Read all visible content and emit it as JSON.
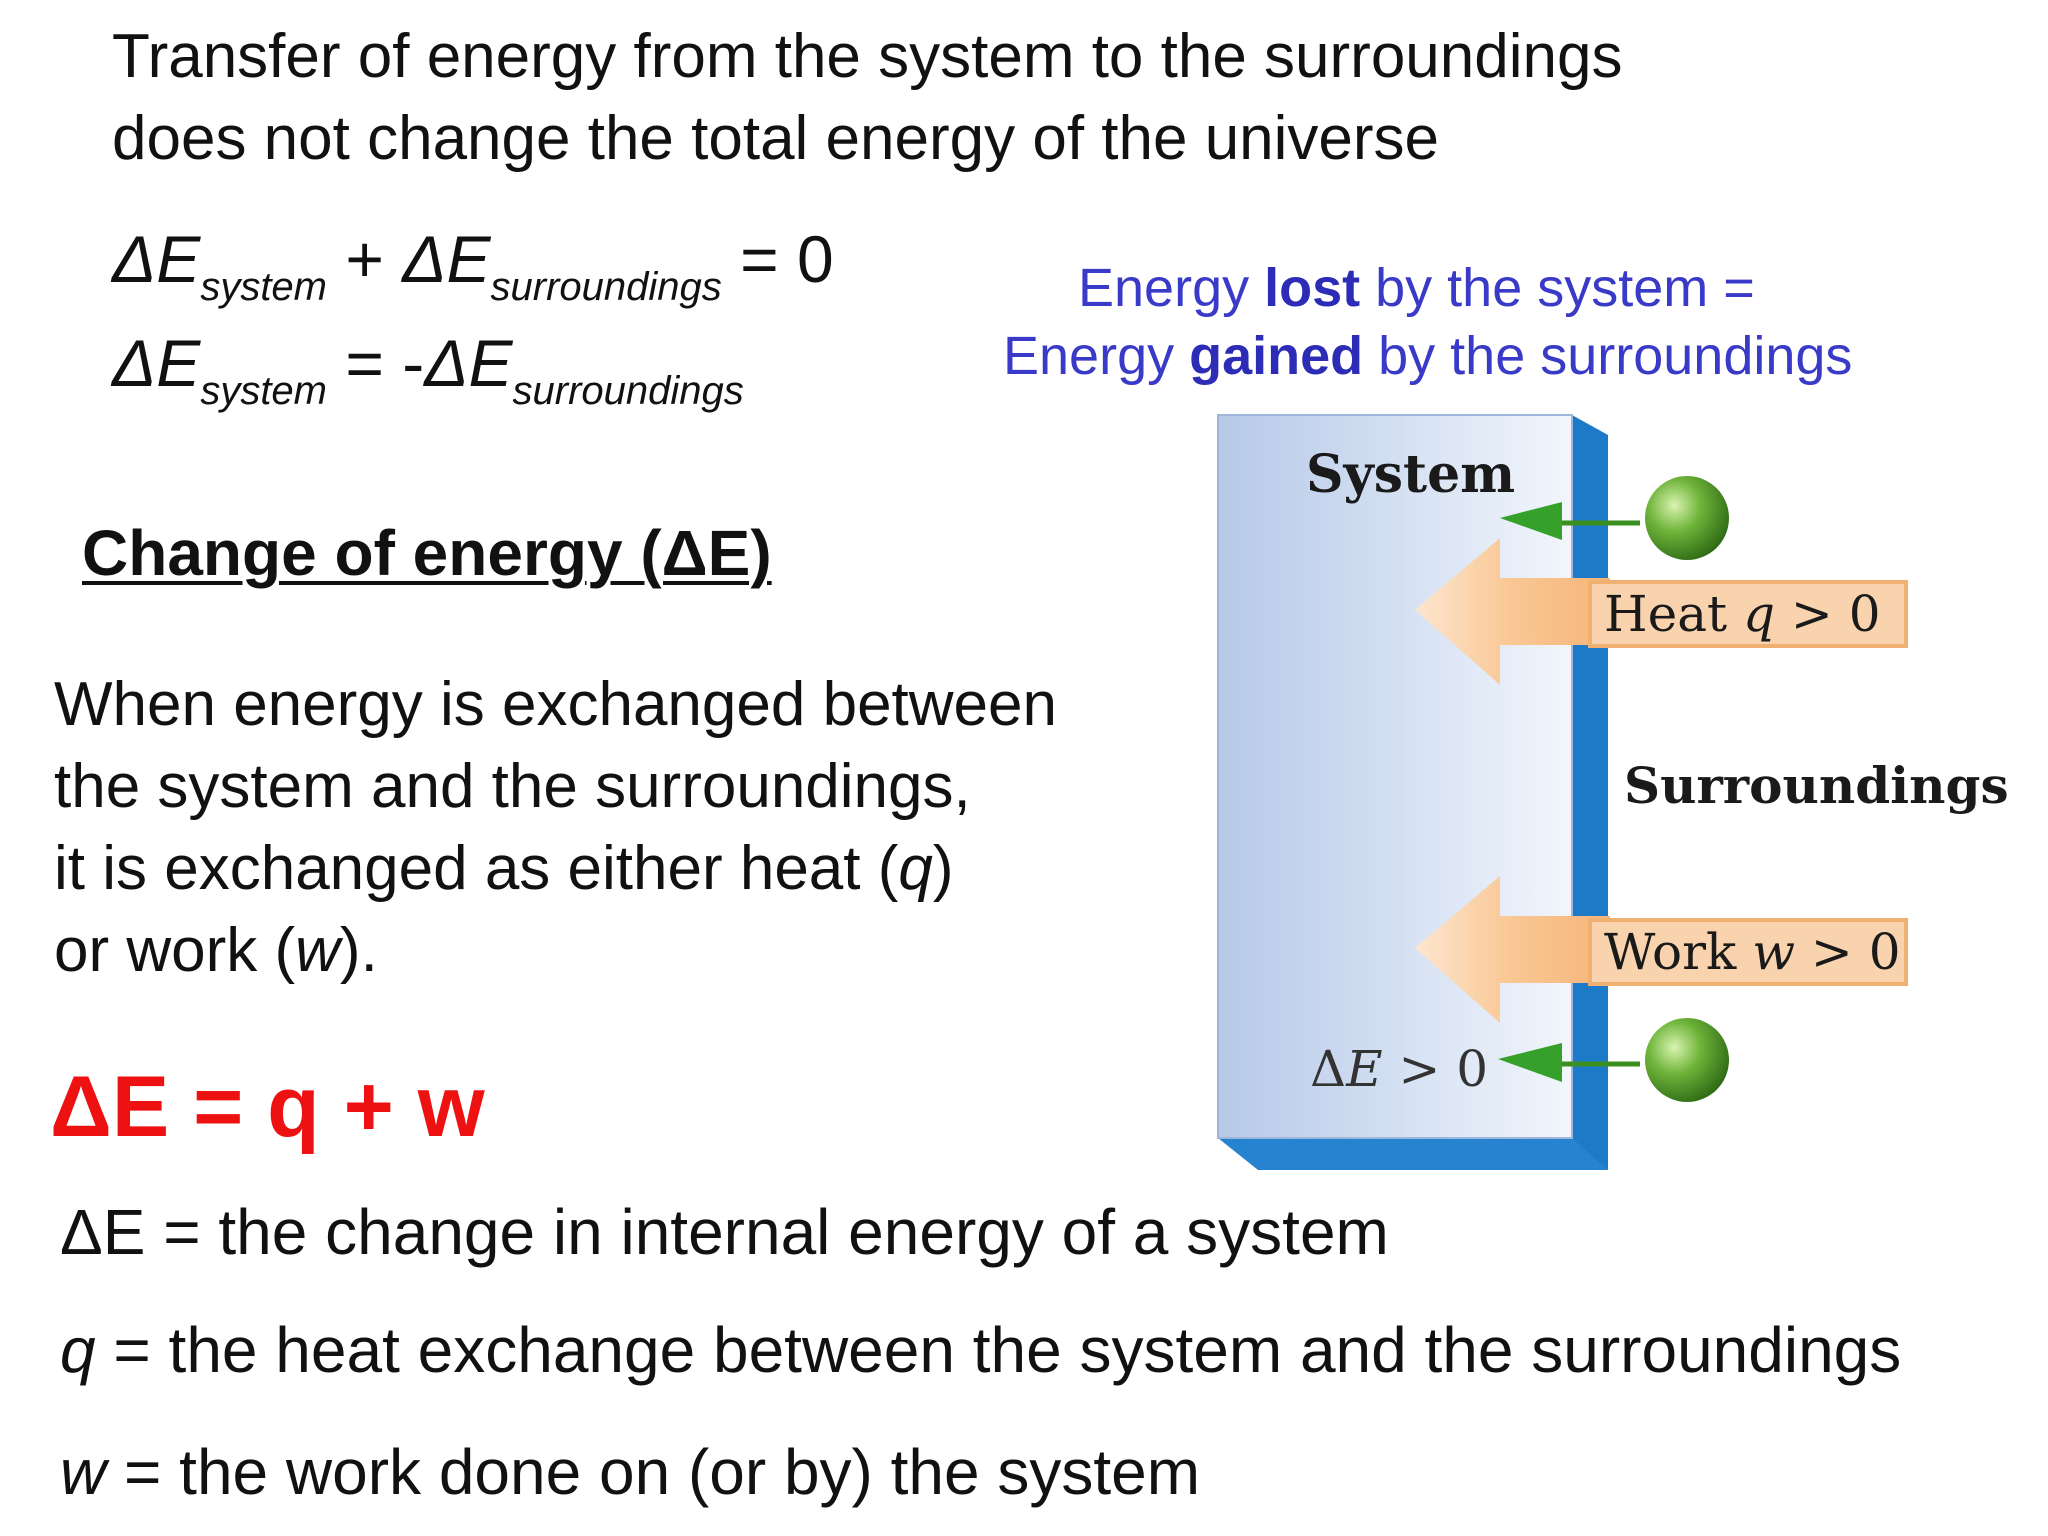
{
  "intro": {
    "line1": "Transfer of energy from the system to the surroundings",
    "line2": "does not change the total energy of the universe"
  },
  "equations": {
    "eq1": {
      "delta_e": "ΔE",
      "sub_system": "system",
      "plus": " + ",
      "delta_e_2": "ΔE",
      "sub_surroundings": "surroundings",
      "rhs": " = 0"
    },
    "eq2": {
      "delta_e": "ΔE",
      "sub_system": "system",
      "mid": " = -",
      "delta_e_2": "ΔE",
      "sub_surroundings": "surroundings"
    }
  },
  "energy_note": {
    "line1_pre": "Energy ",
    "line1_bold": "lost",
    "line1_post": " by the system  =",
    "line2_pre": "Energy ",
    "line2_bold": "gained",
    "line2_post": " by the surroundings"
  },
  "section_heading": "Change of energy (ΔE)",
  "explanation": {
    "line1": "When energy is exchanged between",
    "line2": "the system and the surroundings,",
    "line3_pre": "it is exchanged as either heat (",
    "line3_var": "q",
    "line3_post": ")",
    "line4_pre": "or work (",
    "line4_var": "w",
    "line4_post": ")."
  },
  "main_equation": "ΔE = q + w",
  "definitions": [
    {
      "symbol": "ΔE",
      "text": " = the change in internal energy of a system"
    },
    {
      "symbol": "q",
      "text": " = the heat exchange between the system and the surroundings"
    },
    {
      "symbol": "w",
      "text": "  = the work done on (or by) the system"
    }
  ],
  "diagram": {
    "system_label": "System",
    "surroundings_label": "Surroundings",
    "heat_label_pre": "Heat ",
    "heat_var": "q",
    "heat_rel": " > 0",
    "work_label_pre": "Work ",
    "work_var": "w",
    "work_rel": " > 0",
    "delta_label_pre": "Δ",
    "delta_var": "E",
    "delta_rel": " > 0"
  },
  "colors": {
    "blue_text": "#3a3ac8",
    "red_equation": "#ee1111",
    "system_block": "#c2d3ec",
    "wall": "#1d7ac8",
    "arrow_orange": "#f8c08a",
    "ball_green": "#4c9a2a"
  }
}
